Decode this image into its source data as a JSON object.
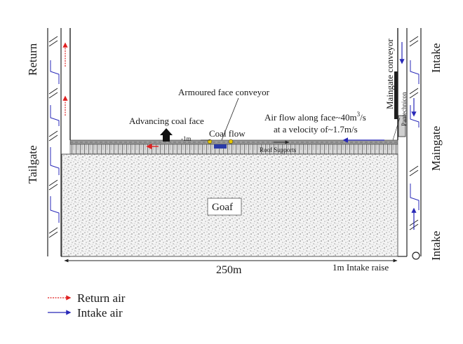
{
  "labels": {
    "return_top": "Return",
    "tailgate": "Tailgate",
    "intake_top": "Intake",
    "maingate": "Maingate",
    "intake_bottom": "Intake",
    "maingate_conveyor": "Maingate conveyor",
    "pantechnicon": "Pantechnicon",
    "armoured_face_conveyor": "Armoured face conveyor",
    "advancing_coal_face": "Advancing coal face",
    "coal_flow": "Coal flow",
    "minus_1m": "-1m",
    "air_flow_line1_pre": "Air flow along face~40m",
    "air_flow_line1_sup": "3",
    "air_flow_line1_post": "/s",
    "air_flow_line2": "at a velocity of~1.7m/s",
    "roof_supports": "Roof Supports",
    "goaf": "Goaf",
    "face_length": "250m",
    "intake_raise": "1m Intake raise"
  },
  "legend": {
    "return_air": "Return air",
    "intake_air": "Intake air"
  },
  "colors": {
    "return_air": "#e02020",
    "intake_air": "#2828b8",
    "line": "#222222",
    "goaf_fill": "#f4f4f4"
  }
}
